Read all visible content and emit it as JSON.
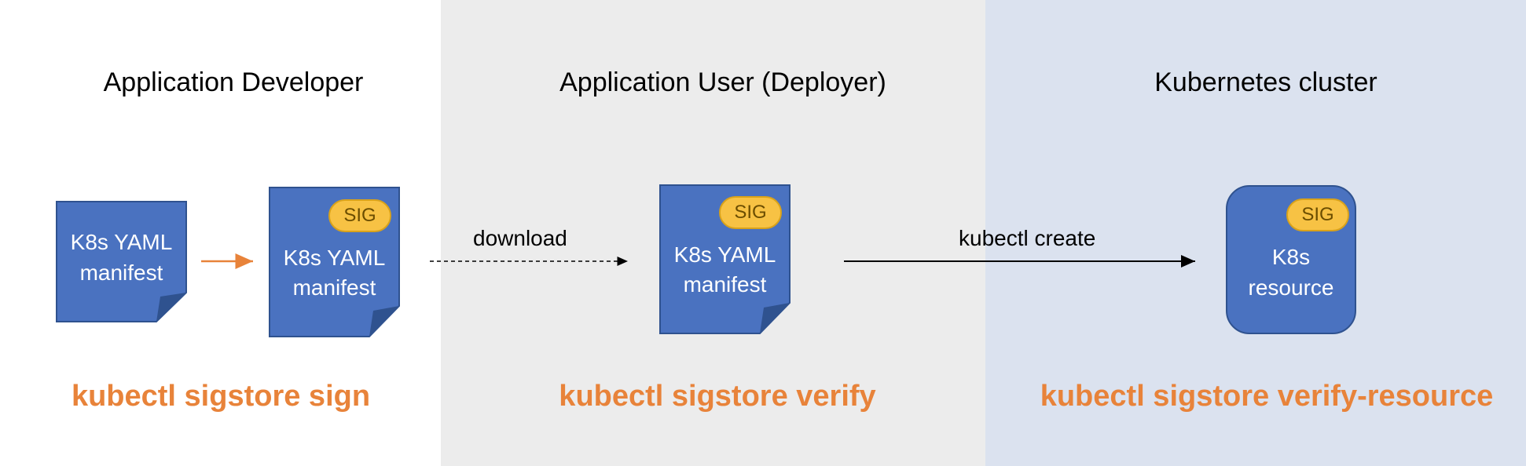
{
  "zones": {
    "developer": {
      "title": "Application Developer",
      "command": "kubectl sigstore sign"
    },
    "user": {
      "title": "Application User (Deployer)",
      "command": "kubectl sigstore verify"
    },
    "cluster": {
      "title": "Kubernetes cluster",
      "command": "kubectl sigstore verify-resource"
    }
  },
  "nodes": {
    "manifest_unsigned": {
      "line1": "K8s YAML",
      "line2": "manifest"
    },
    "manifest_signed": {
      "line1": "K8s YAML",
      "line2": "manifest",
      "badge": "SIG"
    },
    "manifest_downloaded": {
      "line1": "K8s YAML",
      "line2": "manifest",
      "badge": "SIG"
    },
    "k8s_resource": {
      "line1": "K8s",
      "line2": "resource",
      "badge": "SIG"
    }
  },
  "edges": {
    "sign": {
      "label": ""
    },
    "download": {
      "label": "download"
    },
    "create": {
      "label": "kubectl create"
    }
  },
  "colors": {
    "node_fill": "#4a72c0",
    "node_border": "#2f528f",
    "badge_fill": "#f7c244",
    "command_text": "#e8833a",
    "zone_user_bg": "#ececec",
    "zone_cluster_bg": "#dbe2ef"
  }
}
